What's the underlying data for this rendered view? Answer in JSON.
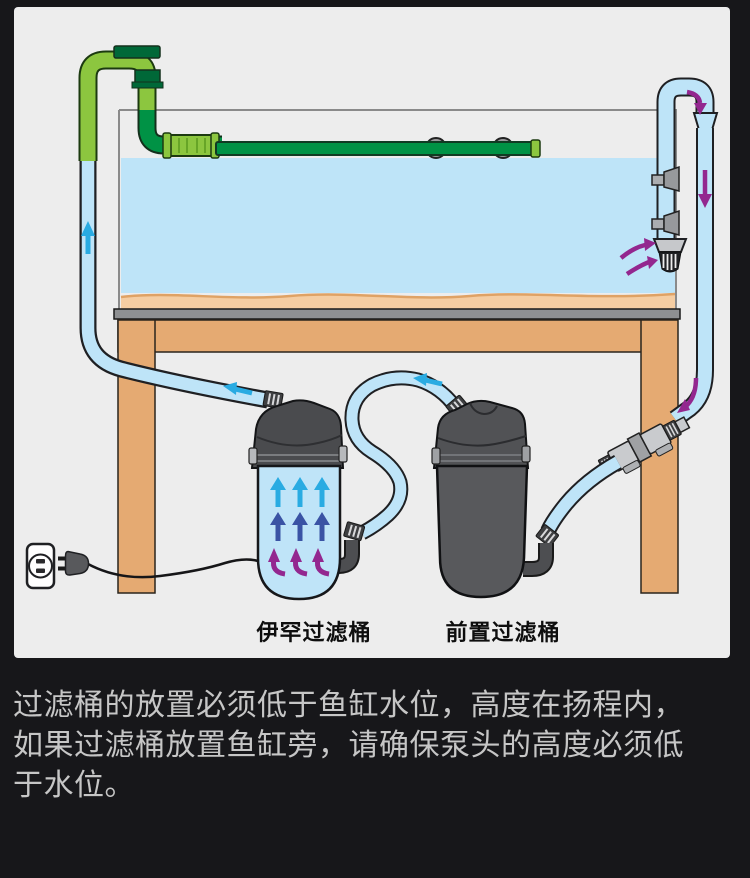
{
  "diagram": {
    "label_main_filter": "伊罕过滤桶",
    "label_pre_filter": "前置过滤桶"
  },
  "caption": {
    "lines": [
      "过滤桶的放置必须低于鱼缸水位，高度在扬程内，",
      "如果过滤桶放置鱼缸旁，请确保泵头的高度必须低",
      "于水位。"
    ]
  },
  "colors": {
    "page_background": "#17171A",
    "panel_background": "#EDEDED",
    "water_blue": "#BEE4F8",
    "sand": "#F5CDA2",
    "wood_table": "#E5AA72",
    "table_top_gray": "#8E9092",
    "pipe_light_green": "#8CC63F",
    "pipe_dark_green": "#009245",
    "fitting_dark_green": "#006838",
    "hose_blue": "#BEE4F8",
    "filter_head_gray": "#4A4B4E",
    "prefilter_gray": "#58595C",
    "arrow_cyan": "#29ABE2",
    "arrow_navy": "#3A53A4",
    "arrow_purple": "#93278F",
    "caption_text": "#C6C6C6",
    "label_text": "#0E0E0E"
  }
}
